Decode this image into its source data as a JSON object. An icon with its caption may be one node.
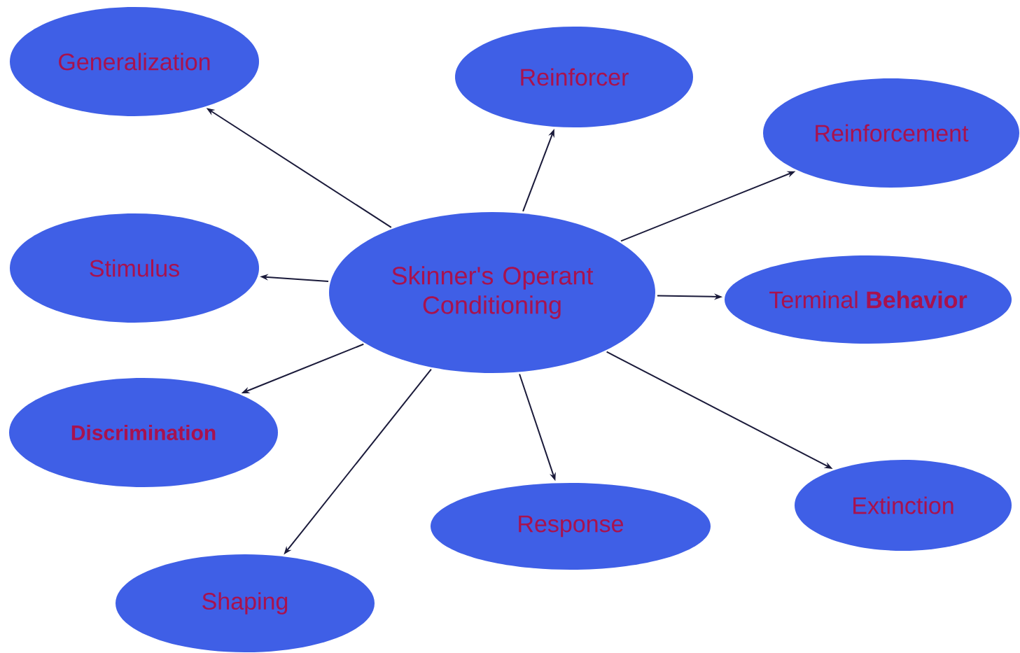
{
  "diagram": {
    "nodes": [
      {
        "text": [
          "Generalization"
        ]
      },
      {
        "text": [
          "Reinforcer"
        ]
      },
      {
        "text": [
          "Reinforcement"
        ]
      },
      {
        "text": [
          "Stimulus"
        ]
      },
      {
        "text": [
          "Skinner's Operant Conditioning"
        ]
      },
      {
        "text": [
          "Terminal **Behavior**"
        ]
      },
      {
        "text": [
          "Discrimination"
        ]
      },
      {
        "text": [
          "Extinction"
        ]
      },
      {
        "text": [
          "Response"
        ]
      },
      {
        "text": [
          "Shaping"
        ]
      }
    ],
    "edges": [
      {
        "from": 4,
        "to": 0,
        "arrow": "to"
      },
      {
        "from": 4,
        "to": 1,
        "arrow": "to"
      },
      {
        "from": 4,
        "to": 2,
        "arrow": "to"
      },
      {
        "from": 4,
        "to": 3,
        "arrow": "to"
      },
      {
        "from": 4,
        "to": 5,
        "arrow": "to"
      },
      {
        "from": 4,
        "to": 6,
        "arrow": "to"
      },
      {
        "from": 4,
        "to": 7,
        "arrow": "to"
      },
      {
        "from": 4,
        "to": 8,
        "arrow": "to"
      },
      {
        "from": 4,
        "to": 9,
        "arrow": "to"
      }
    ]
  }
}
